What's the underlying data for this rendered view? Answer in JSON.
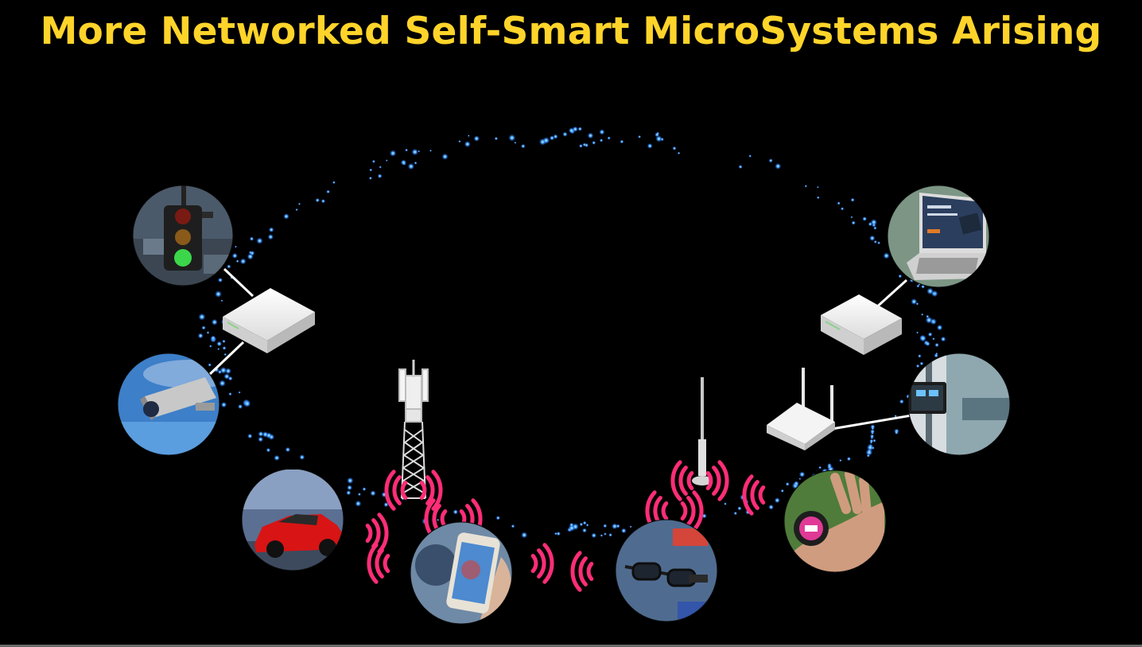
{
  "title": "More Networked Self-Smart MicroSystems Arising",
  "colors": {
    "title": "#FFD42A",
    "background": "#000000",
    "network_dots": "#3aa0ff",
    "signal_waves": "#ff2d78",
    "links": "#ffffff"
  },
  "nodes": [
    {
      "name": "traffic-light",
      "icon": "traffic-light-icon"
    },
    {
      "name": "security-camera",
      "icon": "security-camera-icon"
    },
    {
      "name": "sports-car",
      "icon": "car-icon"
    },
    {
      "name": "smartphone",
      "icon": "smartphone-icon"
    },
    {
      "name": "smart-glasses",
      "icon": "smart-glasses-icon"
    },
    {
      "name": "smartwatch",
      "icon": "smartwatch-icon"
    },
    {
      "name": "smart-home-panel",
      "icon": "smart-home-panel-icon"
    },
    {
      "name": "laptop",
      "icon": "laptop-icon"
    }
  ],
  "infrastructure": [
    {
      "name": "gateway-box-left",
      "icon": "gateway-box-icon"
    },
    {
      "name": "gateway-box-right",
      "icon": "gateway-box-icon"
    },
    {
      "name": "wifi-router",
      "icon": "wifi-router-icon"
    },
    {
      "name": "cell-tower",
      "icon": "cell-tower-icon"
    },
    {
      "name": "antenna",
      "icon": "antenna-icon"
    }
  ]
}
